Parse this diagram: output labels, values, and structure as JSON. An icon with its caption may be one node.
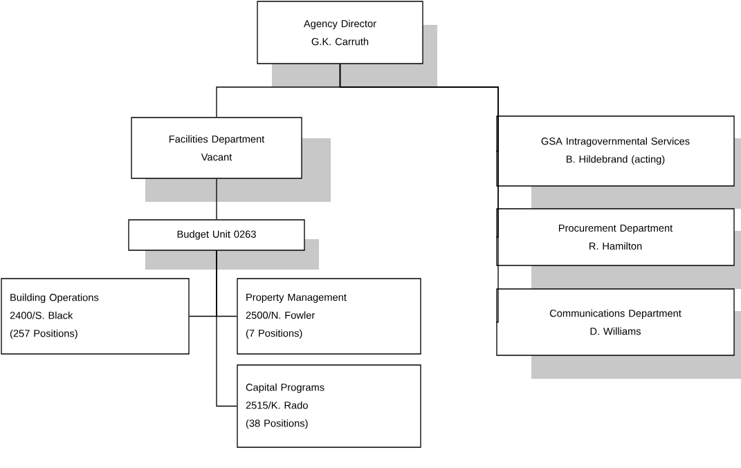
{
  "diagram": {
    "nodes": [
      {
        "text": [
          "Agency Director",
          "G.K. Carruth"
        ]
      },
      {
        "text": [
          "Facilities Department",
          "Vacant"
        ]
      },
      {
        "text": [
          "Budget Unit 0263"
        ]
      },
      {
        "text": [
          "Building Operations",
          "2400/S. Black",
          "(257 Positions)"
        ]
      },
      {
        "text": [
          "Property Management",
          "2500/N. Fowler",
          "(7 Positions)"
        ]
      },
      {
        "text": [
          "Capital Programs",
          "2515/K. Rado",
          "(38 Positions)"
        ]
      },
      {
        "text": [
          "GSA Intragovernmental Services",
          "B. Hildebrand (acting)"
        ]
      },
      {
        "text": [
          "Procurement Department",
          "R. Hamilton"
        ]
      },
      {
        "text": [
          "Communications Department",
          "D. Williams"
        ]
      }
    ],
    "edges": [
      {
        "from": 0,
        "to": 1,
        "arrow": "none"
      },
      {
        "from": 0,
        "to": 6,
        "arrow": "none"
      },
      {
        "from": 0,
        "to": 7,
        "arrow": "none"
      },
      {
        "from": 0,
        "to": 8,
        "arrow": "none"
      },
      {
        "from": 1,
        "to": 2,
        "arrow": "none"
      },
      {
        "from": 2,
        "to": 3,
        "arrow": "none"
      },
      {
        "from": 2,
        "to": 4,
        "arrow": "none"
      },
      {
        "from": 2,
        "to": 5,
        "arrow": "none"
      }
    ]
  }
}
